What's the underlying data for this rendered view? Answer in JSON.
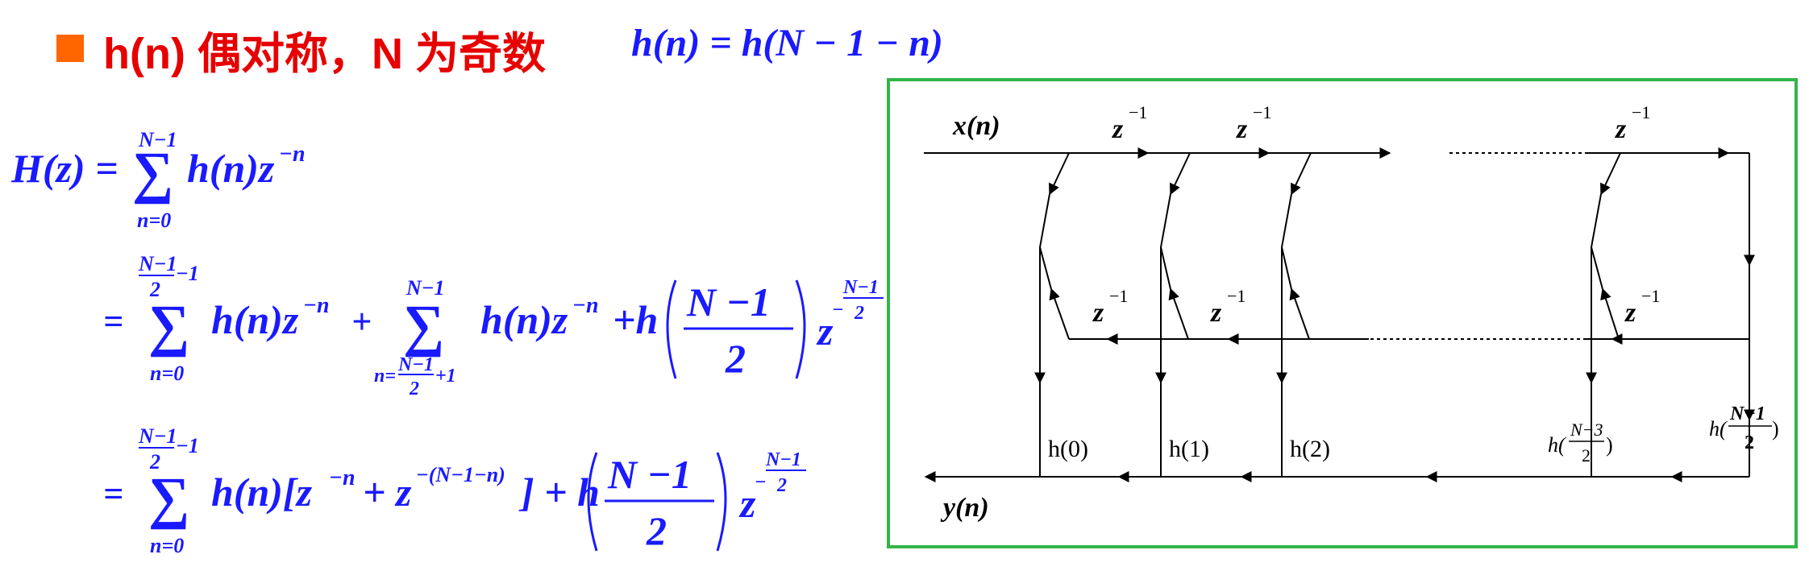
{
  "heading": {
    "title": "h(n) 偶对称，N 为奇数",
    "condition": "h(n) = h(N − 1 − n)"
  },
  "derivation": {
    "line1": {
      "lhs": "H(z) =",
      "sum_upper": "N−1",
      "sum_lower": "n=0",
      "term": "h(n)z",
      "exp": "−n"
    },
    "line2": {
      "eq": "=",
      "sum1_upper": "N−1",
      "sum1_upper_den": "2",
      "sum1_upper_suffix": "−1",
      "sum1_lower": "n=0",
      "term1": "h(n)z",
      "exp1": "−n",
      "plus": "+",
      "sum2_upper": "N−1",
      "sum2_lower_prefix": "n=",
      "sum2_lower_num": "N−1",
      "sum2_lower_den": "2",
      "sum2_lower_suffix": "+1",
      "term2": "h(n)z",
      "exp2": "−n",
      "plus2": "+h",
      "frac_num": "N −1",
      "frac_den": "2",
      "z": "z",
      "exp3_minus": "−",
      "exp3_num": "N−1",
      "exp3_den": "2"
    },
    "line3": {
      "eq": "=",
      "sum_upper": "N−1",
      "sum_upper_den": "2",
      "sum_upper_suffix": "−1",
      "sum_lower": "n=0",
      "term": "h(n)[z",
      "exp1": "−n",
      "plus": "+ z",
      "exp2": "−(N−1−n)",
      "close": "] + h",
      "frac_num": "N −1",
      "frac_den": "2",
      "z": "z",
      "exp3_minus": "−",
      "exp3_num": "N−1",
      "exp3_den": "2"
    }
  },
  "diagram": {
    "input": "x(n)",
    "output": "y(n)",
    "delay_base": "z",
    "delay_exp": "−1",
    "coefficients": [
      {
        "label": "h(0)"
      },
      {
        "label": "h(1)"
      },
      {
        "label": "h(2)"
      },
      {
        "prefix": "h(",
        "num": "N−3",
        "den": "2",
        "suffix": ")"
      },
      {
        "prefix": "h(",
        "num": "N−1",
        "den": "2",
        "suffix": ")"
      }
    ]
  },
  "colors": {
    "heading": "#e60000",
    "bullet": "#ff6600",
    "math": "#1a1aff",
    "frame": "#33b54a",
    "diagram": "#000000"
  }
}
